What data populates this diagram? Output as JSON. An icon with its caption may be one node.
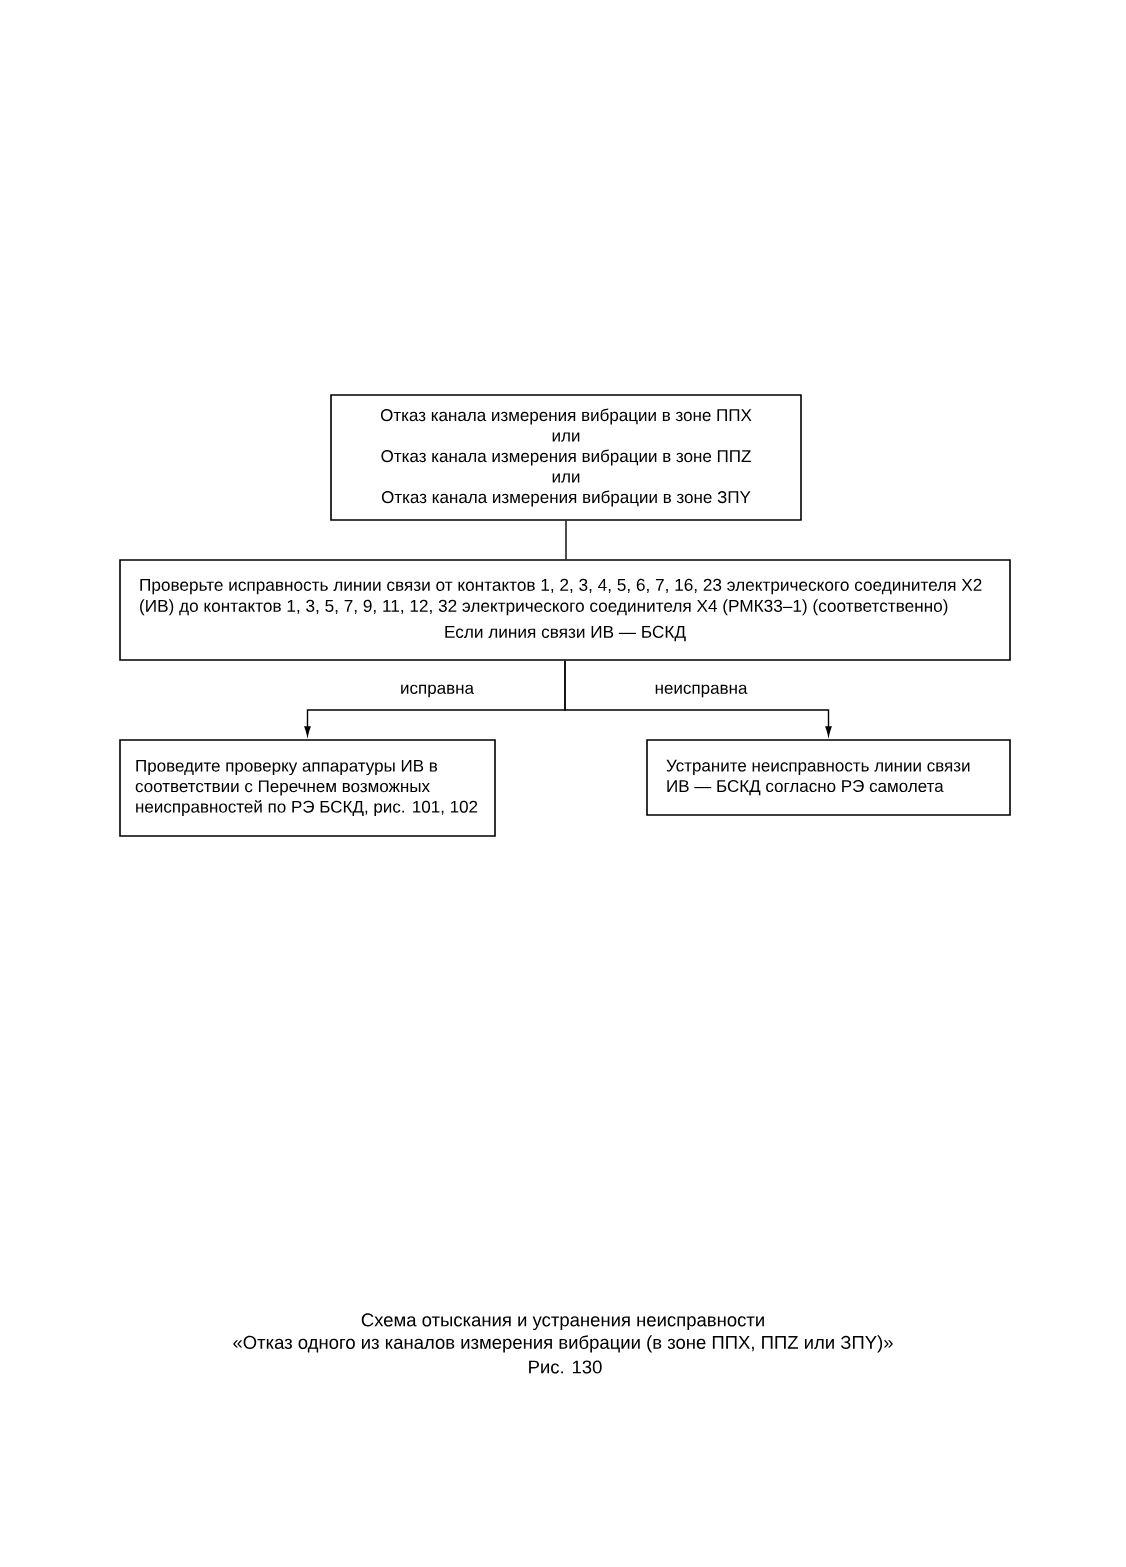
{
  "diagram": {
    "caption": "Схема отыскания и устранения неисправности «Отказ одного из каналов измерения вибрации (в зоне ППX, ППZ или ЗПY)»",
    "nodes": [
      {
        "text": [
          "Отказ канала измерения вибрации в зоне ППX",
          "или",
          "Отказ канала измерения вибрации в зоне ППZ",
          "или",
          "Отказ канала измерения вибрации в зоне ЗПY"
        ]
      },
      {
        "text": [
          "Проверьте исправность линии связи от контактов 1, 2, 3, 4, 5, 6, 7, 16, 23 электрического соединителя X2 (ИВ) до контактов 1, 3, 5, 7, 9, 11, 12, 32 электрического соединителя X4 (РМК33–1) (соответственно)",
          "Если линия связи ИВ — БСКД"
        ]
      },
      {
        "text": [
          "Проведите проверку аппаратуры ИВ в соответствии с Перечнем возможных неисправностей по РЭ БСКД, рис. 101, 102"
        ]
      },
      {
        "text": [
          "Устраните неисправность линии связи ИВ — БСКД согласно РЭ самолета"
        ]
      }
    ],
    "edges": [
      {
        "from": 0,
        "to": 1,
        "arrow": "none"
      },
      {
        "from": 1,
        "to": 2,
        "arrow": "to",
        "label": "исправна"
      },
      {
        "from": 1,
        "to": 3,
        "arrow": "to",
        "label": "неисправна"
      }
    ],
    "labels": [
      "Рис. 130"
    ]
  }
}
